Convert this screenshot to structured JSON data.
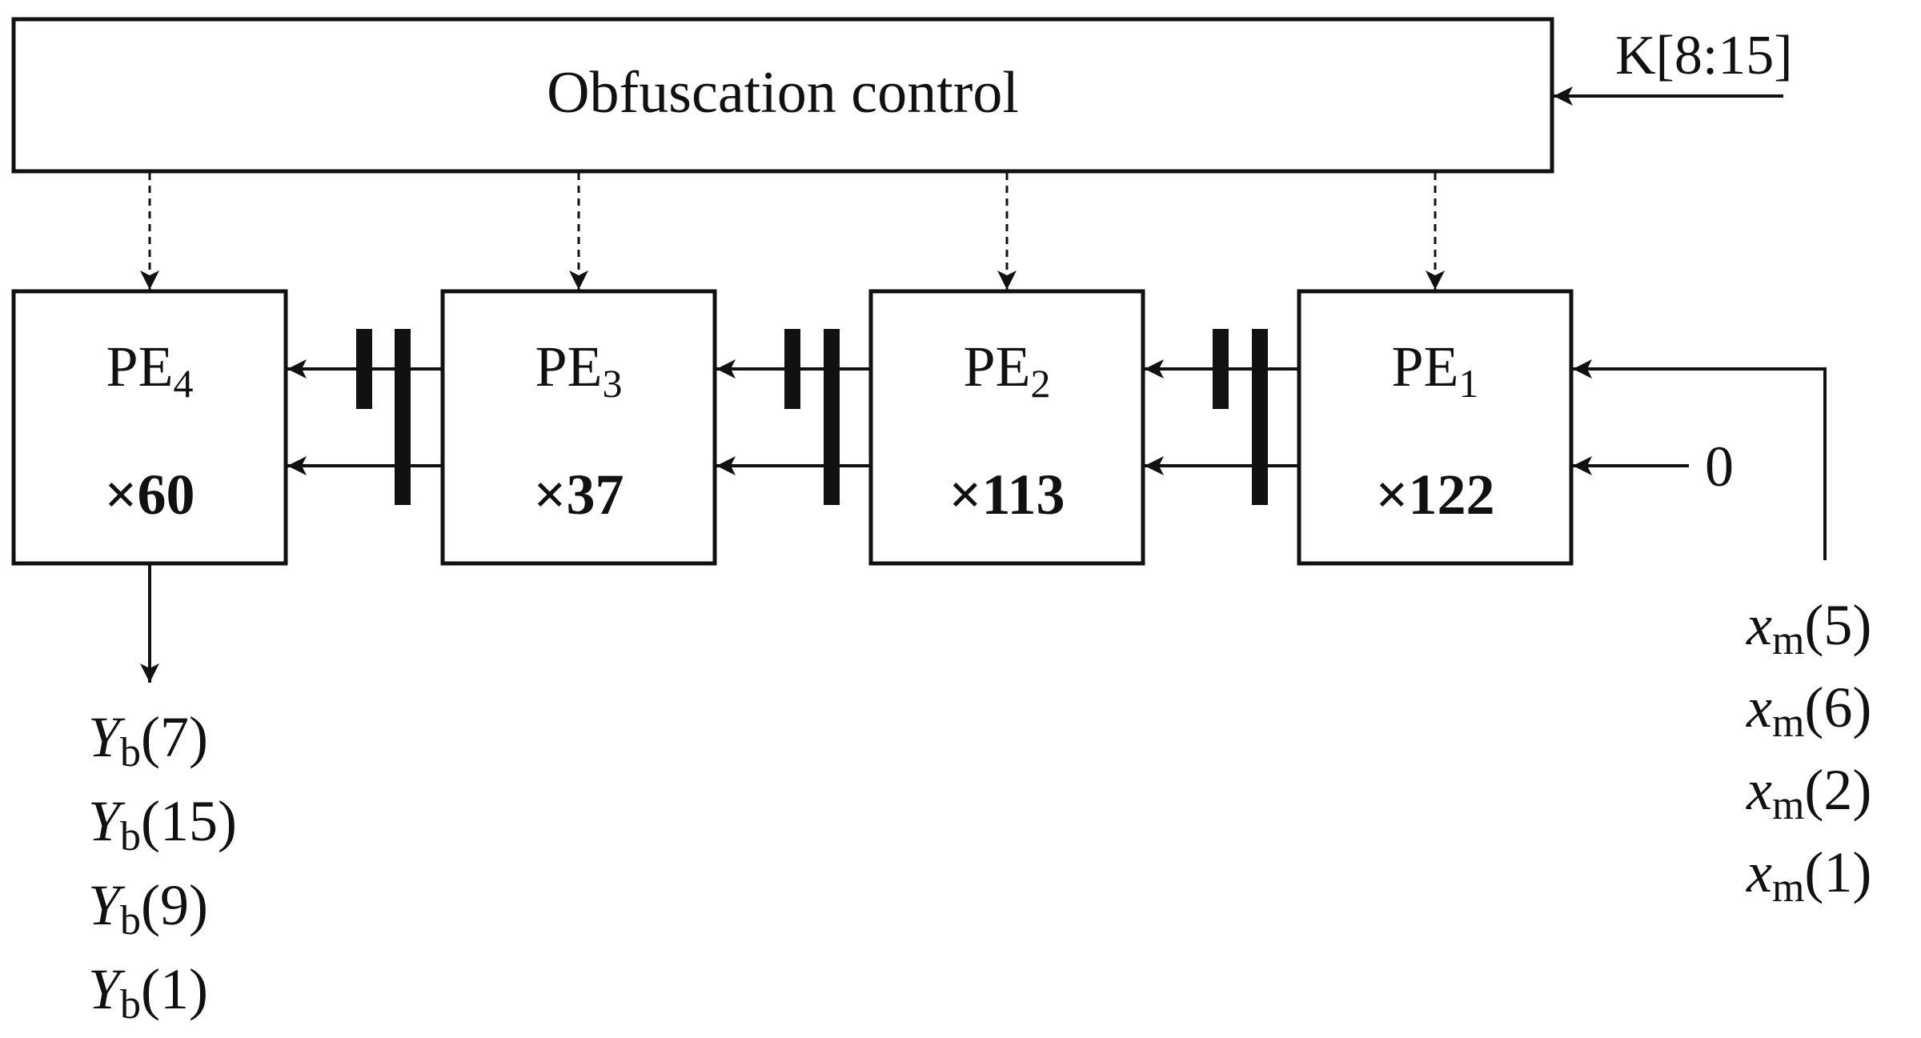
{
  "control": {
    "label": "Obfuscation control",
    "key_label": "K[8:15]"
  },
  "pes": [
    {
      "id": "pe4",
      "prefix": "PE",
      "sub": "4",
      "multiplier": "×60"
    },
    {
      "id": "pe3",
      "prefix": "PE",
      "sub": "3",
      "multiplier": "×37"
    },
    {
      "id": "pe2",
      "prefix": "PE",
      "sub": "2",
      "multiplier": "×113"
    },
    {
      "id": "pe1",
      "prefix": "PE",
      "sub": "1",
      "multiplier": "×122"
    }
  ],
  "zero_input": "0",
  "inputs": [
    {
      "var": "x",
      "sub": "m",
      "arg": "(5)"
    },
    {
      "var": "x",
      "sub": "m",
      "arg": "(6)"
    },
    {
      "var": "x",
      "sub": "m",
      "arg": "(2)"
    },
    {
      "var": "x",
      "sub": "m",
      "arg": "(1)"
    }
  ],
  "outputs": [
    {
      "var": "Y",
      "sub": "b",
      "arg": "(7)"
    },
    {
      "var": "Y",
      "sub": "b",
      "arg": "(15)"
    },
    {
      "var": "Y",
      "sub": "b",
      "arg": "(9)"
    },
    {
      "var": "Y",
      "sub": "b",
      "arg": "(1)"
    }
  ]
}
